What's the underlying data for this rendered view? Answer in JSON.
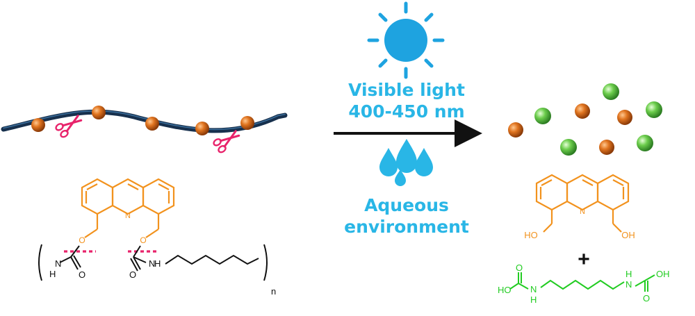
{
  "conditions": {
    "light_line1": "Visible light",
    "light_line2": "400-450 nm",
    "env_line1": "Aqueous",
    "env_line2": "environment"
  },
  "polymer": {
    "n_symbol": "ʜ",
    "atoms": {
      "N": "N",
      "O": "O",
      "NH": "N",
      "H": "H",
      "repeat": "n"
    }
  },
  "products": {
    "plus": "+",
    "hydroxyl": "HO",
    "hydroxyl_right": "OH",
    "ring_N": "N",
    "acid_left": "HO",
    "acid_right": "OH",
    "acid_O": "O",
    "acid_N": "N",
    "acid_H": "H"
  },
  "icons": {
    "light": "sun-icon",
    "water": "water-drops-icon",
    "cleave": "scissors-icon",
    "reaction": "reaction-arrow"
  },
  "colors": {
    "accent_blue": "#29b6e6",
    "acridine_orange": "#f2921d",
    "bead_orange": "#d96818",
    "bead_green": "#62c64a",
    "product_green": "#22cc22",
    "cleavage_pink": "#e8236b",
    "chain_navy": "#17304d"
  }
}
